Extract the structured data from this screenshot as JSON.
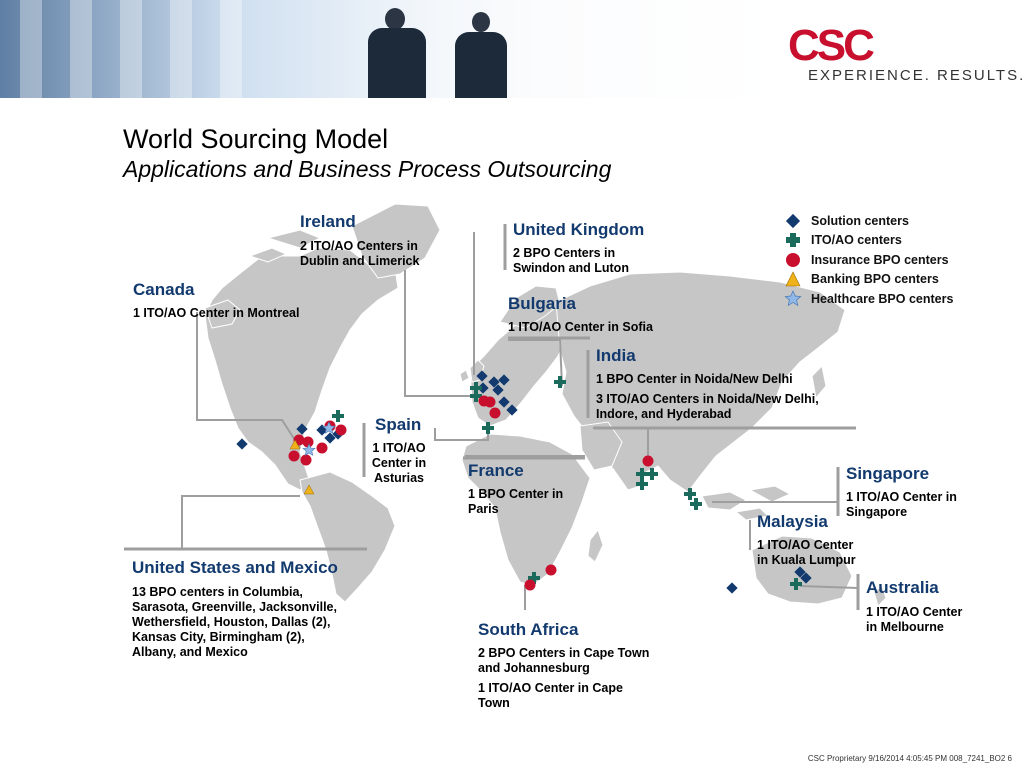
{
  "header": {
    "logo_text": "CSC",
    "tagline": "EXPERIENCE. RESULTS."
  },
  "title": "World Sourcing Model",
  "subtitle": "Applications and Business Process Outsourcing",
  "legend": [
    {
      "icon": "diamond-icon",
      "color": "#123a6e",
      "label": "Solution centers"
    },
    {
      "icon": "cross-icon",
      "color": "#1a6b5c",
      "label": "ITO/AO centers"
    },
    {
      "icon": "circle-icon",
      "color": "#c8102e",
      "label": "Insurance BPO centers"
    },
    {
      "icon": "triangle-icon",
      "color": "#f0b21a",
      "label": "Banking BPO centers"
    },
    {
      "icon": "star-icon",
      "color": "#8fb8e8",
      "label": "Healthcare BPO centers"
    }
  ],
  "regions": {
    "ireland": {
      "heading": "Ireland",
      "lines": [
        "2 ITO/AO Centers in",
        "Dublin and Limerick"
      ]
    },
    "uk": {
      "heading": "United Kingdom",
      "lines": [
        "2 BPO Centers in",
        "Swindon and Luton"
      ]
    },
    "canada": {
      "heading": "Canada",
      "lines": [
        "1 ITO/AO Center in Montreal"
      ]
    },
    "bulgaria": {
      "heading": "Bulgaria",
      "lines": [
        "1 ITO/AO Center in Sofia"
      ]
    },
    "india": {
      "heading": "India",
      "line1": "1 BPO Center in Noida/New Delhi",
      "line2": [
        "3 ITO/AO Centers in Noida/New Delhi,",
        "Indore, and Hyderabad"
      ]
    },
    "spain": {
      "heading": "Spain",
      "lines": [
        "1 ITO/AO",
        "Center in",
        "Asturias"
      ]
    },
    "france": {
      "heading": "France",
      "lines": [
        "1 BPO Center in",
        "Paris"
      ]
    },
    "singapore": {
      "heading": "Singapore",
      "lines": [
        "1 ITO/AO Center in",
        "Singapore"
      ]
    },
    "malaysia": {
      "heading": "Malaysia",
      "lines": [
        "1 ITO/AO Center",
        "in Kuala Lumpur"
      ]
    },
    "usa": {
      "heading": "United States and Mexico",
      "lines": [
        "13 BPO centers in Columbia,",
        "Sarasota, Greenville, Jacksonville,",
        "Wethersfield, Houston, Dallas (2),",
        "Kansas City, Birmingham (2),",
        "Albany, and Mexico"
      ]
    },
    "australia": {
      "heading": "Australia",
      "lines": [
        "1 ITO/AO Center",
        "in Melbourne"
      ]
    },
    "south_africa": {
      "heading": "South Africa",
      "line1": [
        "2 BPO Centers in Cape Town",
        "and Johannesburg"
      ],
      "line2": [
        "1 ITO/AO Center in Cape",
        "Town"
      ]
    }
  },
  "footer": "CSC Proprietary 9/16/2014 4:05:45 PM 008_7241_BO2  6"
}
